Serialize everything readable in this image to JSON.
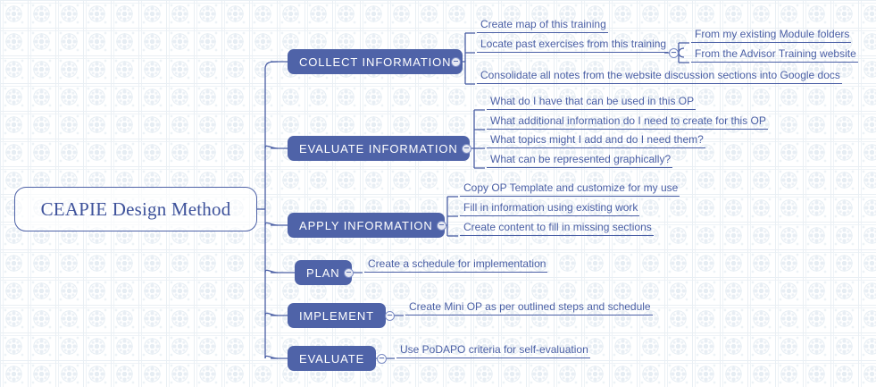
{
  "diagram": {
    "type": "mind-map",
    "title": "CEAPIE Design Method",
    "root": {
      "label": "CEAPIE Design Method"
    },
    "colors": {
      "node_fill": "#4f63a8",
      "node_text": "#ffffff",
      "leaf_text": "#4a5fa5",
      "connector": "#4a5fa5",
      "root_border": "#4f63a8",
      "root_text": "#3e529b",
      "background": "#ffffff",
      "pattern": "#e9eff4"
    },
    "branches": [
      {
        "label": "COLLECT INFORMATION",
        "toggle": "collapse-toggle",
        "children": [
          {
            "label": "Create map of this training"
          },
          {
            "label": "Locate past exercises from this training",
            "toggle": "collapse-toggle",
            "children": [
              {
                "label": "From my existing Module folders"
              },
              {
                "label": "From the Advisor Training website"
              }
            ]
          },
          {
            "label": "Consolidate all notes from the website discussion sections into Google docs"
          }
        ]
      },
      {
        "label": "EVALUATE INFORMATION",
        "toggle": "collapse-toggle",
        "children": [
          {
            "label": "What do I have that can be used in this OP"
          },
          {
            "label": "What additional information do I need to create for this OP"
          },
          {
            "label": "What topics might I add and do I need them?"
          },
          {
            "label": "What can be represented graphically?"
          }
        ]
      },
      {
        "label": "APPLY INFORMATION",
        "toggle": "collapse-toggle",
        "children": [
          {
            "label": "Copy OP Template and customize for my use"
          },
          {
            "label": "Fill in information using existing work"
          },
          {
            "label": "Create content to fill in missing sections"
          }
        ]
      },
      {
        "label": "PLAN",
        "toggle": "collapse-toggle",
        "children": [
          {
            "label": "Create a schedule for implementation"
          }
        ]
      },
      {
        "label": "IMPLEMENT",
        "toggle": "collapse-toggle",
        "children": [
          {
            "label": "Create Mini OP as per outlined steps and schedule"
          }
        ]
      },
      {
        "label": "EVALUATE",
        "toggle": "collapse-toggle",
        "children": [
          {
            "label": "Use PoDAPO criteria for self-evaluation"
          }
        ]
      }
    ]
  }
}
